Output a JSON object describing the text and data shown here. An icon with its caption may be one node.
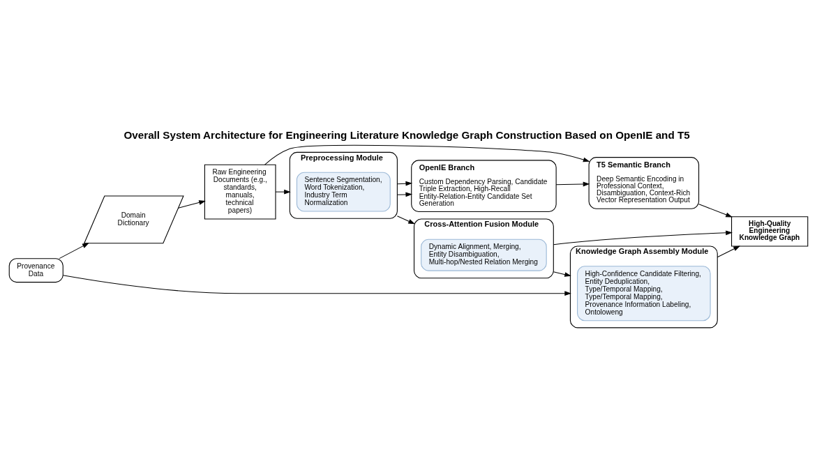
{
  "diagram": {
    "title": "Overall System Architecture for Engineering Literature Knowledge Graph Construction Based on OpenIE and T5",
    "nodes": [
      {
        "text": [
          "Raw Engineering Documents (e.g., standards, manuals, technical papers)"
        ]
      },
      {
        "text": [
          "Preprocessing Module"
        ]
      },
      {
        "text": [
          "Sentence Segmentation,",
          "Word Tokenization,",
          "Industry Term",
          "Normalization"
        ],
        "in": 1
      },
      {
        "text": [
          "OpenIE Branch",
          "Custom Dependency Parsing, Candidate Triple Extraction, High-Recall Entity-Relation-Entity Candidate Set Generation"
        ]
      },
      {
        "text": [
          "T5 Semantic Branch",
          "Deep Semantic Encoding in Professional Context, Disambiguation, Context-Rich Vector Representation Output"
        ]
      },
      {
        "text": [
          "Cross-Attention Fusion Module"
        ]
      },
      {
        "text": [
          "Dynamic Alignment, Merging,",
          "Entity Disambiguation,",
          "Multi-hop/Nested Relation Merging"
        ],
        "in": 5
      },
      {
        "text": [
          "High-Quality Engineering Knowledge Graph"
        ]
      },
      {
        "text": [
          "Domain Dictionary"
        ]
      },
      {
        "text": [
          "Provenance Data"
        ]
      },
      {
        "text": [
          "Knowledge Graph Assembly Module"
        ]
      },
      {
        "text": [
          "High-Confidence Candidate Filtering,",
          "Entity Deduplication,",
          "Type/Temporal Mapping,",
          "Type/Temporal Mapping,",
          "Provenance Information Labeling,",
          "Ontoloweng"
        ],
        "in": 10
      }
    ],
    "edges": [
      {
        "from": 0,
        "to": 4,
        "arrow": "to"
      },
      {
        "from": 0,
        "to": 1,
        "arrow": "to"
      },
      {
        "from": 1,
        "to": 3,
        "arrow": "to"
      },
      {
        "from": 1,
        "to": 3,
        "arrow": "to"
      },
      {
        "from": 3,
        "to": 4,
        "arrow": "to"
      },
      {
        "from": 4,
        "to": 7,
        "arrow": "to"
      },
      {
        "from": 1,
        "to": 5,
        "arrow": "to"
      },
      {
        "from": 5,
        "to": 7,
        "arrow": "to"
      },
      {
        "from": 5,
        "to": 10,
        "arrow": "to"
      },
      {
        "from": 10,
        "to": 7,
        "arrow": "to"
      },
      {
        "from": 8,
        "to": 0,
        "arrow": "to"
      },
      {
        "from": 9,
        "to": 8,
        "arrow": "to"
      },
      {
        "from": 9,
        "to": 10,
        "arrow": "to"
      }
    ]
  }
}
